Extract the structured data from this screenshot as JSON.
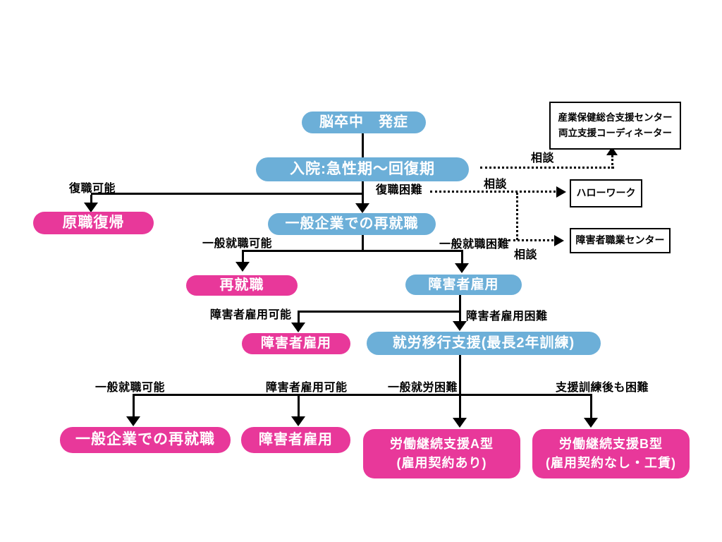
{
  "colors": {
    "node_blue": "#6cafd8",
    "node_pink": "#e8389a",
    "line": "#000000",
    "background": "#ffffff"
  },
  "nodes": {
    "stroke_onset": "脳卒中　発症",
    "hospitalization": "入院:急性期〜回復期",
    "original_job_return": "原職復帰",
    "general_reemployment": "一般企業での再就職",
    "reemployment": "再就職",
    "disability_employment_mid": "障害者雇用",
    "disability_employment_possible_result": "障害者雇用",
    "transition_support": "就労移行支援(最長2年訓練)",
    "final_general_reemployment": "一般企業での再就職",
    "final_disability_employment": "障害者雇用",
    "support_a_line1": "労働継続支援A型",
    "support_a_line2": "(雇用契約あり)",
    "support_b_line1": "労働継続支援B型",
    "support_b_line2": "(雇用契約なし・工賃)"
  },
  "agencies": {
    "sanpo_line1": "産業保健総合支援センター",
    "sanpo_line2": "両立支援コーディネーター",
    "hellowork": "ハローワーク",
    "shokugyo_center": "障害者職業センター"
  },
  "edge_labels": {
    "consult_sanpo": "相談",
    "consult_hellowork": "相談",
    "consult_shokugyo": "相談",
    "return_possible": "復職可能",
    "return_difficult": "復職困難",
    "general_employment_possible": "一般就職可能",
    "general_employment_difficult": "一般就職困難",
    "disability_employment_possible": "障害者雇用可能",
    "disability_employment_difficult": "障害者雇用困難",
    "final_general_employment_possible": "一般就職可能",
    "final_disability_employment_possible": "障害者雇用可能",
    "final_general_work_difficult": "一般就労困難",
    "difficult_after_training": "支援訓練後も困難"
  }
}
